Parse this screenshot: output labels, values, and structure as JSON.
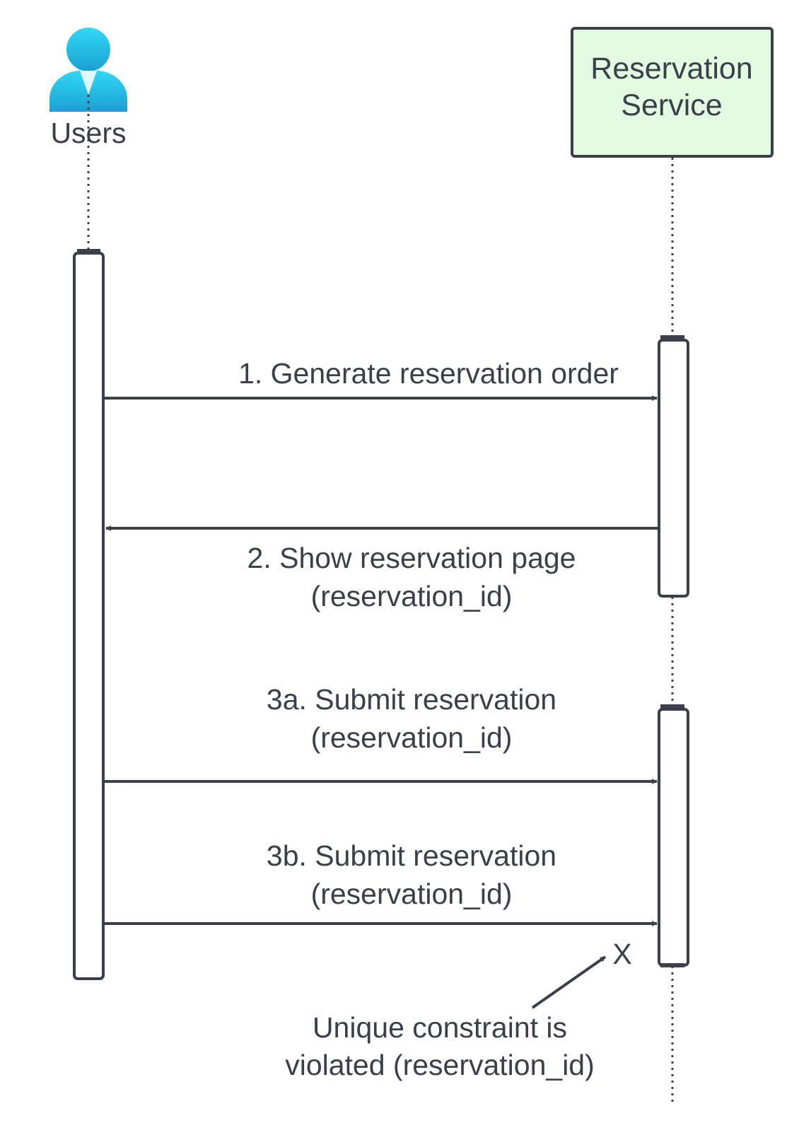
{
  "participants": {
    "users": {
      "label": "Users",
      "icon": "user-icon"
    },
    "service": {
      "label_line1": "Reservation",
      "label_line2": "Service"
    }
  },
  "messages": {
    "m1": {
      "label": "1. Generate reservation order"
    },
    "m2": {
      "label_line1": "2. Show reservation page",
      "label_line2": "(reservation_id)"
    },
    "m3a": {
      "label_line1": "3a. Submit reservation",
      "label_line2": "(reservation_id)"
    },
    "m3b": {
      "label_line1": "3b. Submit reservation",
      "label_line2": "(reservation_id)"
    }
  },
  "failure": {
    "marker": "X",
    "note_line1": "Unique constraint is",
    "note_line2": "violated (reservation_id)"
  },
  "colors": {
    "line": "#3a3f4b",
    "service_fill": "#e2fadf",
    "user_icon_top": "#2fd6f5",
    "user_icon_bottom": "#1a9fd1"
  }
}
